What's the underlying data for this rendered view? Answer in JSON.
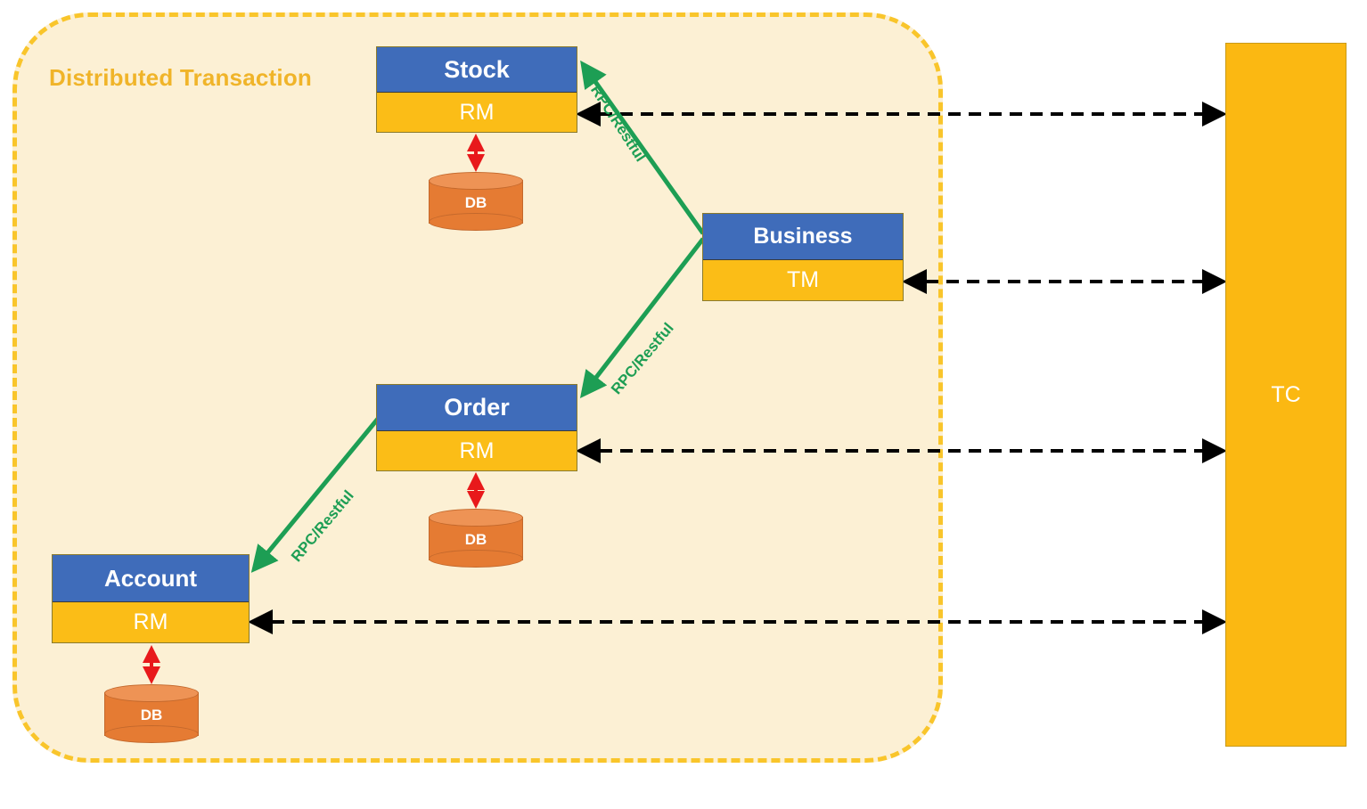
{
  "diagram": {
    "title": "Distributed Transaction",
    "colors": {
      "container_fill": "#fcf0d4",
      "container_border": "#f9c52b",
      "service_header": "#3f6cba",
      "service_role": "#fbbd17",
      "tc_fill": "#fbb812",
      "db_fill": "#e57b33",
      "rpc_arrow": "#1d9e54",
      "db_arrow": "#e8191b",
      "tc_arrow": "#000000",
      "title_text": "#f0b429"
    }
  },
  "services": [
    {
      "id": "stock",
      "name": "Stock",
      "role": "RM",
      "db": "DB"
    },
    {
      "id": "order",
      "name": "Order",
      "role": "RM",
      "db": "DB"
    },
    {
      "id": "account",
      "name": "Account",
      "role": "RM",
      "db": "DB"
    },
    {
      "id": "business",
      "name": "Business",
      "role": "TM"
    }
  ],
  "coordinator": {
    "label": "TC"
  },
  "edges": {
    "rpc_label": "RPC/Restful",
    "rpc_calls": [
      {
        "from": "business",
        "to": "stock",
        "label": "RPC/Restful"
      },
      {
        "from": "business",
        "to": "order",
        "label": "RPC/Restful"
      },
      {
        "from": "order",
        "to": "account",
        "label": "RPC/Restful"
      }
    ],
    "tc_links": [
      {
        "from": "stock",
        "to": "coordinator",
        "style": "dashed",
        "bidirectional": true
      },
      {
        "from": "business",
        "to": "coordinator",
        "style": "dashed",
        "bidirectional": true
      },
      {
        "from": "order",
        "to": "coordinator",
        "style": "dashed",
        "bidirectional": true
      },
      {
        "from": "account",
        "to": "coordinator",
        "style": "dashed",
        "bidirectional": true
      }
    ],
    "db_links": [
      {
        "from": "stock",
        "to": "db-stock",
        "style": "solid",
        "bidirectional": true
      },
      {
        "from": "order",
        "to": "db-order",
        "style": "solid",
        "bidirectional": true
      },
      {
        "from": "account",
        "to": "db-account",
        "style": "solid",
        "bidirectional": true
      }
    ]
  }
}
